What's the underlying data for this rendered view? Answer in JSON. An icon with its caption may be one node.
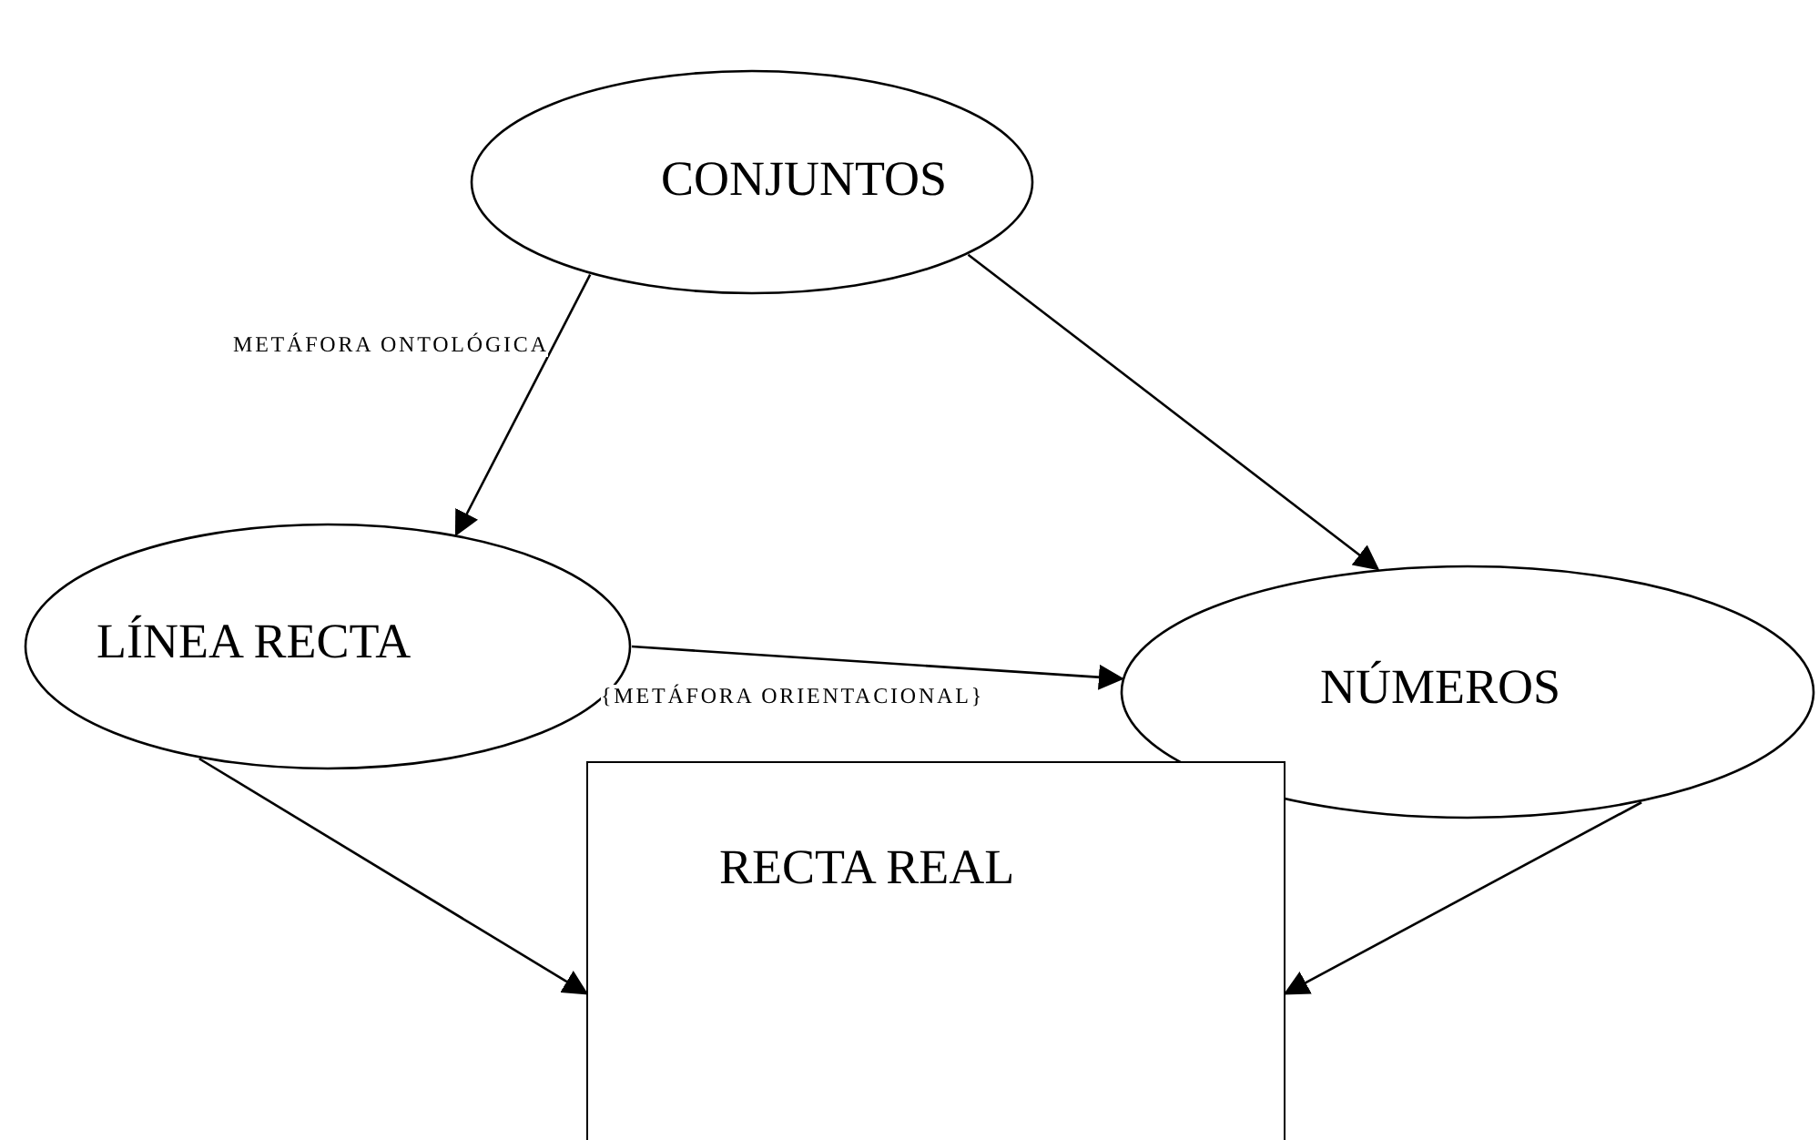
{
  "diagram": {
    "nodes": [
      {
        "text": [
          "CONJUNTOS"
        ]
      },
      {
        "text": [
          "LÍNEA RECTA"
        ]
      },
      {
        "text": [
          "NÚMEROS"
        ]
      },
      {
        "text": [
          "RECTA REAL"
        ]
      }
    ],
    "edges": [
      {
        "from": 0,
        "to": 1,
        "arrow": "to",
        "label": "METÁFORA ONTOLÓGICA"
      },
      {
        "from": 0,
        "to": 2,
        "arrow": "to"
      },
      {
        "from": 1,
        "to": 2,
        "arrow": "to",
        "label": "{METÁFORA ORIENTACIONAL}"
      },
      {
        "from": 1,
        "to": 3,
        "arrow": "to"
      },
      {
        "from": 2,
        "to": 3,
        "arrow": "to"
      }
    ]
  }
}
